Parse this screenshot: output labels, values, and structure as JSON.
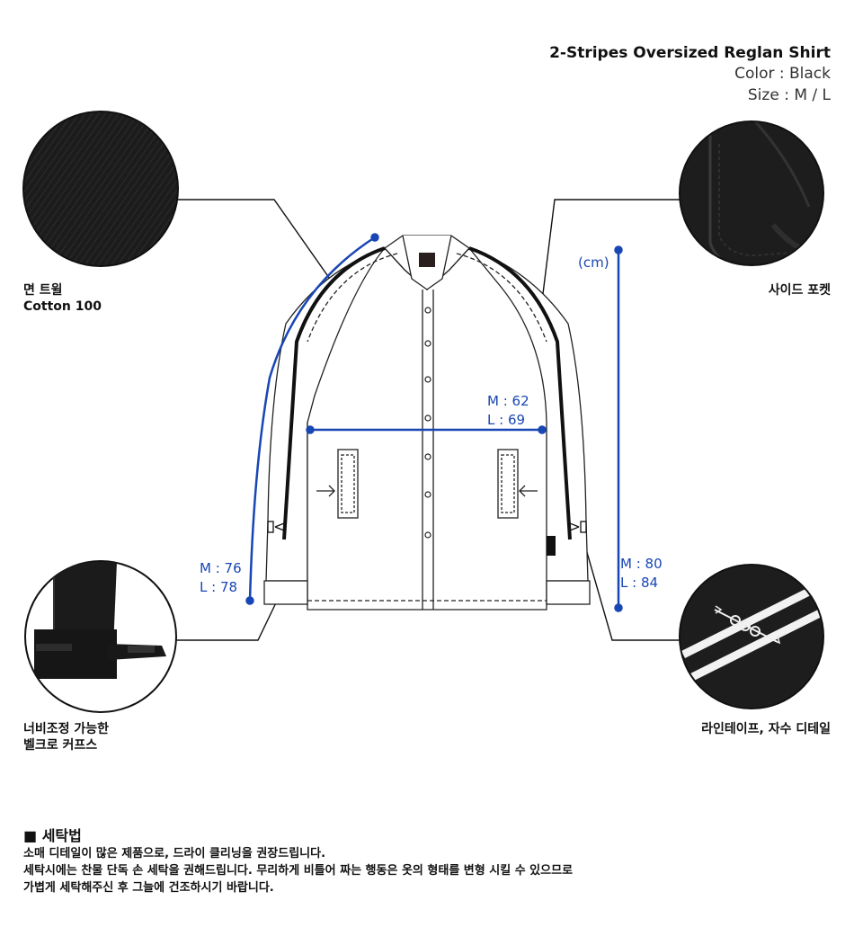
{
  "product": {
    "name": "2-Stripes Oversized Reglan Shirt",
    "color": "Color : Black",
    "size": "Size : M / L"
  },
  "details": {
    "fabric": {
      "line1": "면 트윌",
      "line2": "Cotton 100"
    },
    "pocket": {
      "label": "사이드 포켓"
    },
    "cuff": {
      "line1": "너비조정 가능한",
      "line2": "벨크로 커프스"
    },
    "tape": {
      "label": "라인테이프, 자수 디테일"
    }
  },
  "measurements": {
    "unit": "(cm)",
    "chest": {
      "m": "M : 62",
      "l": "L : 69"
    },
    "sleeve": {
      "m": "M : 76",
      "l": "L : 78"
    },
    "length": {
      "m": "M : 80",
      "l": "L : 84"
    }
  },
  "colors": {
    "measure": "#1846b4",
    "fabric": "#1a1a1a",
    "outline": "#222222"
  },
  "care": {
    "title": "■ 세탁법",
    "lines": [
      "소매 디테일이 많은 제품으로, 드라이 클리닝을 권장드립니다.",
      "세탁시에는 찬물 단독 손 세탁을 권해드립니다. 무리하게 비틀어 짜는 행동은 옷의 형태를 변형 시킬 수 있으므로",
      "가볍게 세탁해주신 후 그늘에 건조하시기 바랍니다."
    ]
  }
}
